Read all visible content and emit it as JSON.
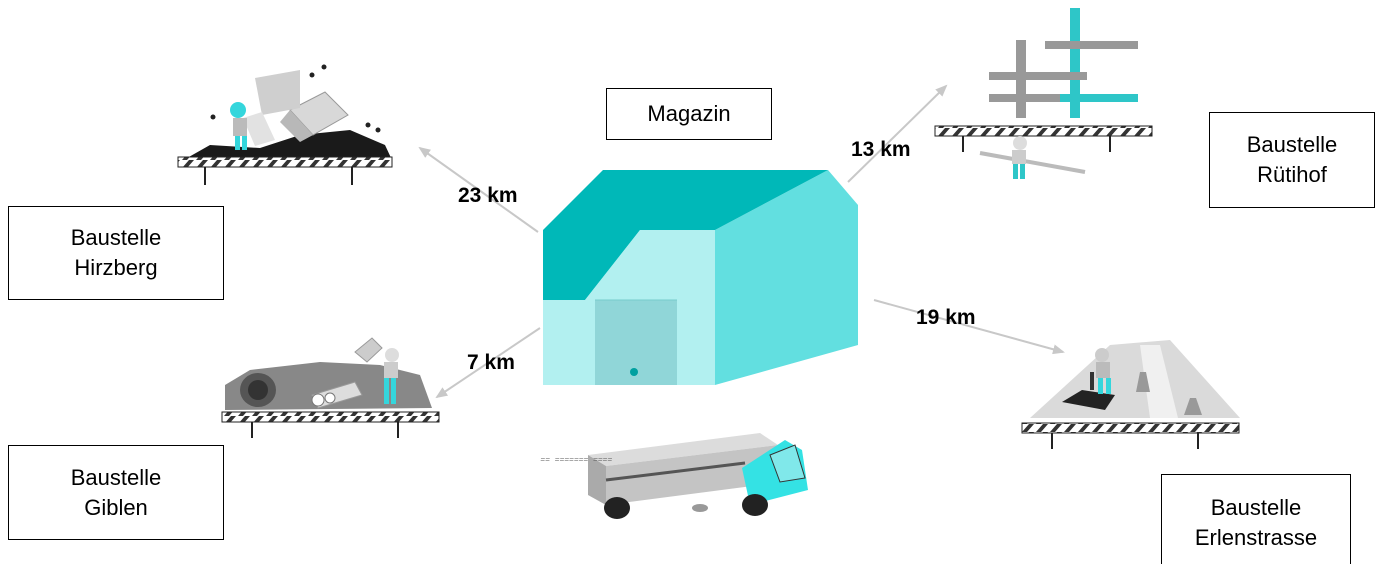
{
  "warehouse": {
    "label": "Magazin"
  },
  "sites": [
    {
      "id": "hirzberg",
      "line1": "Baustelle",
      "line2": "Hirzberg",
      "distance": "23 km"
    },
    {
      "id": "ruetihof",
      "line1": "Baustelle",
      "line2": "Rütihof",
      "distance": "13 km"
    },
    {
      "id": "giblen",
      "line1": "Baustelle",
      "line2": "Giblen",
      "distance": "7 km"
    },
    {
      "id": "erlenstrasse",
      "line1": "Baustelle",
      "line2": "Erlenstrasse",
      "distance": "19 km"
    }
  ],
  "colors": {
    "teal_dark": "#00b8b8",
    "teal_light": "#b2f0f0",
    "teal_mid": "#62dfe0",
    "arrow": "#c8c8c8",
    "gray": "#999999"
  }
}
